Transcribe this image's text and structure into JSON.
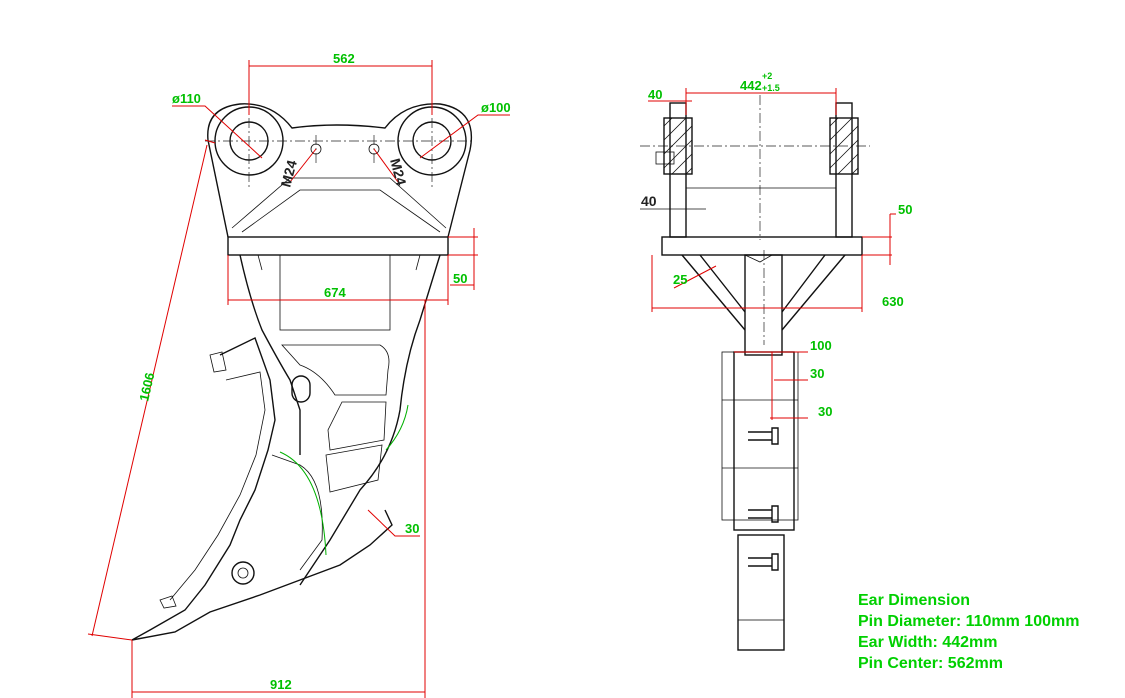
{
  "front_view": {
    "dims": {
      "pin_center": "562",
      "pin_left_dia": "ø110",
      "pin_right_dia": "ø100",
      "bolt_left": "M24",
      "bolt_right": "M24",
      "plate_width": "674",
      "plate_thickness": "50",
      "overall_length": "1606",
      "tip_thickness": "30",
      "overall_width": "912"
    }
  },
  "side_view": {
    "dims": {
      "ear_width_main": "442",
      "ear_width_tol_upper": "+2",
      "ear_width_tol_lower": "+1.5",
      "ear_plate_top": "40",
      "ear_plate_side": "40",
      "plate_thickness": "50",
      "gusset": "25",
      "plate_width": "630",
      "shank_width": "100",
      "shank_step_1": "30",
      "shank_step_2": "30"
    }
  },
  "ear_info": {
    "title": "Ear Dimension",
    "pin_diameter": "Pin Diameter: 110mm 100mm",
    "ear_width": "Ear Width: 442mm",
    "pin_center": "Pin Center: 562mm"
  }
}
